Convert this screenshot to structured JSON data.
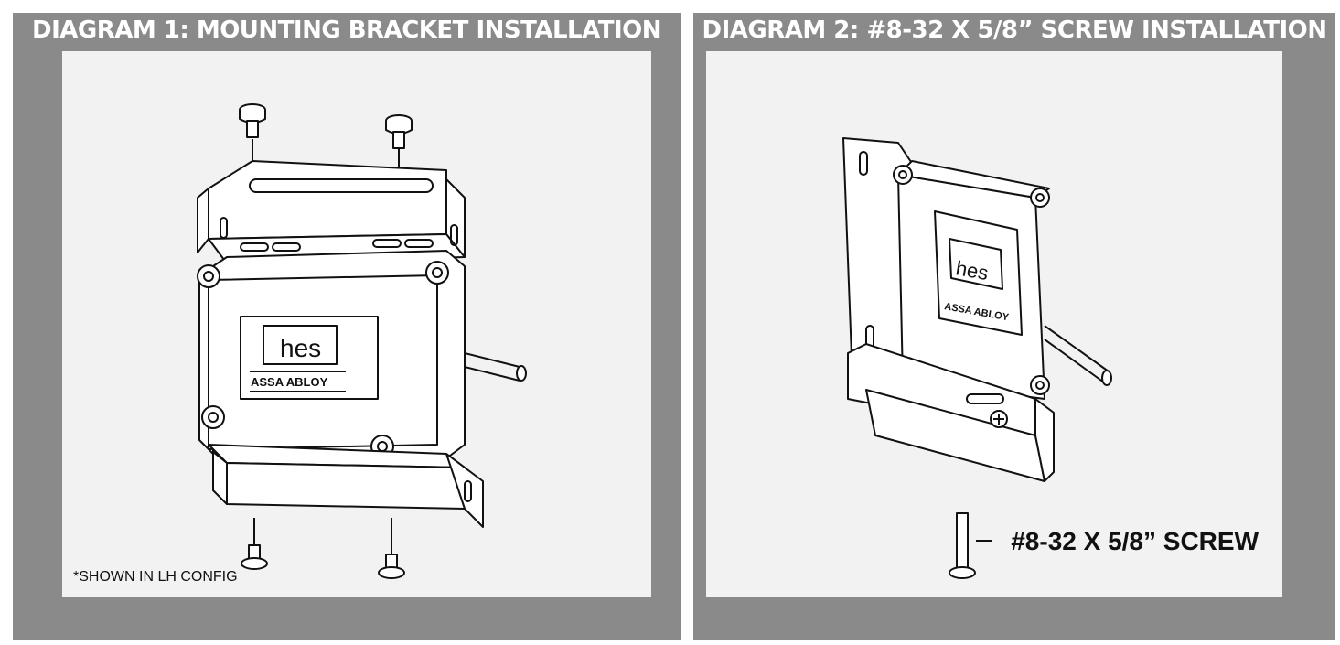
{
  "diagram1": {
    "title": "DIAGRAM 1: MOUNTING BRACKET INSTALLATION",
    "footnote": "*SHOWN IN LH CONFIG",
    "device_logo": "hes",
    "device_sublabel": "ASSA ABLOY"
  },
  "diagram2": {
    "title": "DIAGRAM 2: #8-32 X 5/8” SCREW INSTALLATION",
    "callout": "#8-32 X 5/8” SCREW",
    "device_logo": "hes",
    "device_sublabel": "ASSA ABLOY"
  },
  "colors": {
    "panel": "#8a8a8a",
    "canvas": "#f2f2f2",
    "line": "#111111"
  }
}
